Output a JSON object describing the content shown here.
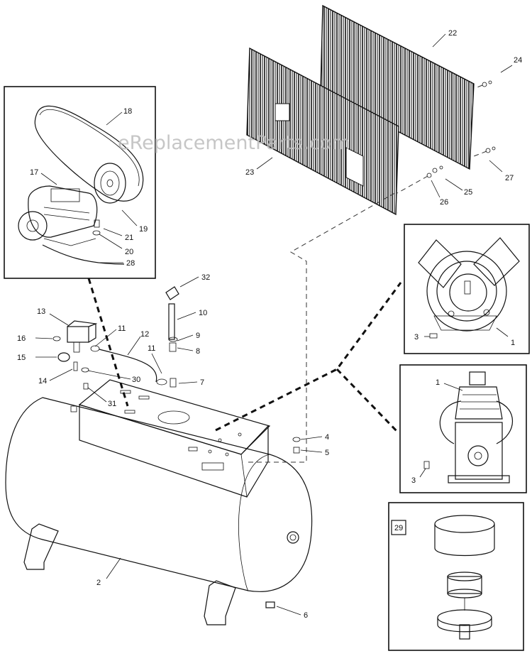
{
  "watermark": "eReplacementParts.com",
  "inset_29_label": "29",
  "labels": {
    "p1a": "1",
    "p1b": "1",
    "p2": "2",
    "p3a": "3",
    "p3b": "3",
    "p4": "4",
    "p5": "5",
    "p6": "6",
    "p7": "7",
    "p8": "8",
    "p9": "9",
    "p10": "10",
    "p11a": "11",
    "p11b": "11",
    "p12": "12",
    "p13": "13",
    "p14": "14",
    "p15": "15",
    "p16": "16",
    "p17": "17",
    "p18": "18",
    "p19": "19",
    "p20": "20",
    "p21": "21",
    "p22": "22",
    "p23": "23",
    "p24": "24",
    "p25": "25",
    "p26": "26",
    "p27": "27",
    "p28": "28",
    "p30": "30",
    "p31": "31",
    "p32": "32"
  }
}
